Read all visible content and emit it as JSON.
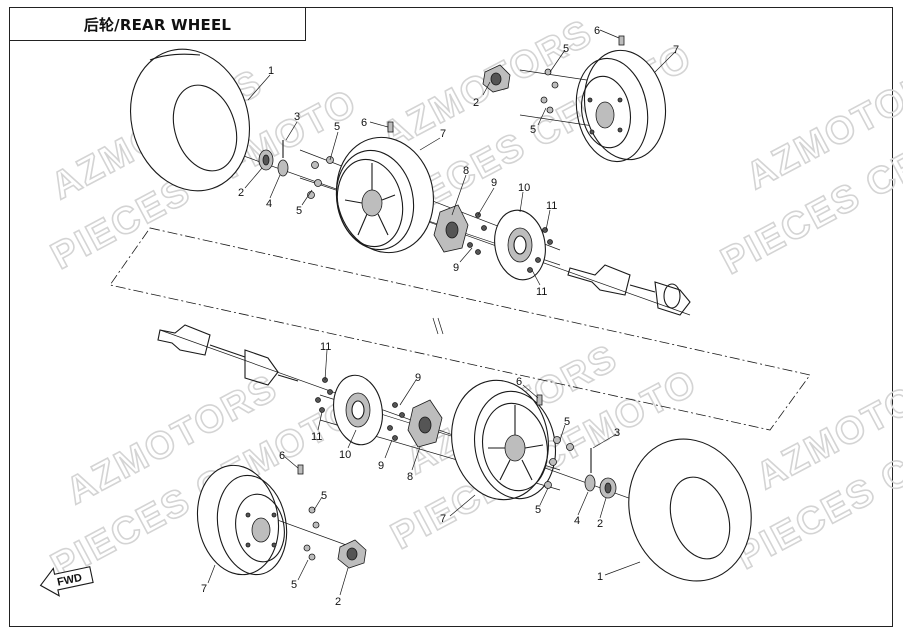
{
  "title": "后轮/REAR WHEEL",
  "watermarks": [
    "AZMOTORS",
    "PIECES CFMOTO"
  ],
  "fwd_label": "FWD",
  "callouts": {
    "tire_upper": "1",
    "tire_lower": "1",
    "cap_a": "2",
    "cap_b": "2",
    "cap_c": "2",
    "cap_d": "2",
    "pin_upper": "3",
    "pin_lower": "3",
    "nut_upper": "4",
    "nut_lower": "4",
    "nuts_a": "5",
    "nuts_b": "5",
    "nuts_c": "5",
    "nuts_d": "5",
    "nuts_e": "5",
    "nuts_f": "5",
    "nuts_g": "5",
    "nuts_h": "5",
    "valve_a": "6",
    "valve_b": "6",
    "valve_c": "6",
    "valve_d": "6",
    "rim_a": "7",
    "rim_b": "7",
    "rim_c": "7",
    "rim_d": "7",
    "hub_upper": "8",
    "hub_lower": "8",
    "bolts_a": "9",
    "bolts_b": "9",
    "bolts_c": "9",
    "bolts_d": "9",
    "disc_upper": "10",
    "disc_lower": "10",
    "screws_a": "11",
    "screws_b": "11",
    "screws_c": "11",
    "screws_d": "11"
  }
}
